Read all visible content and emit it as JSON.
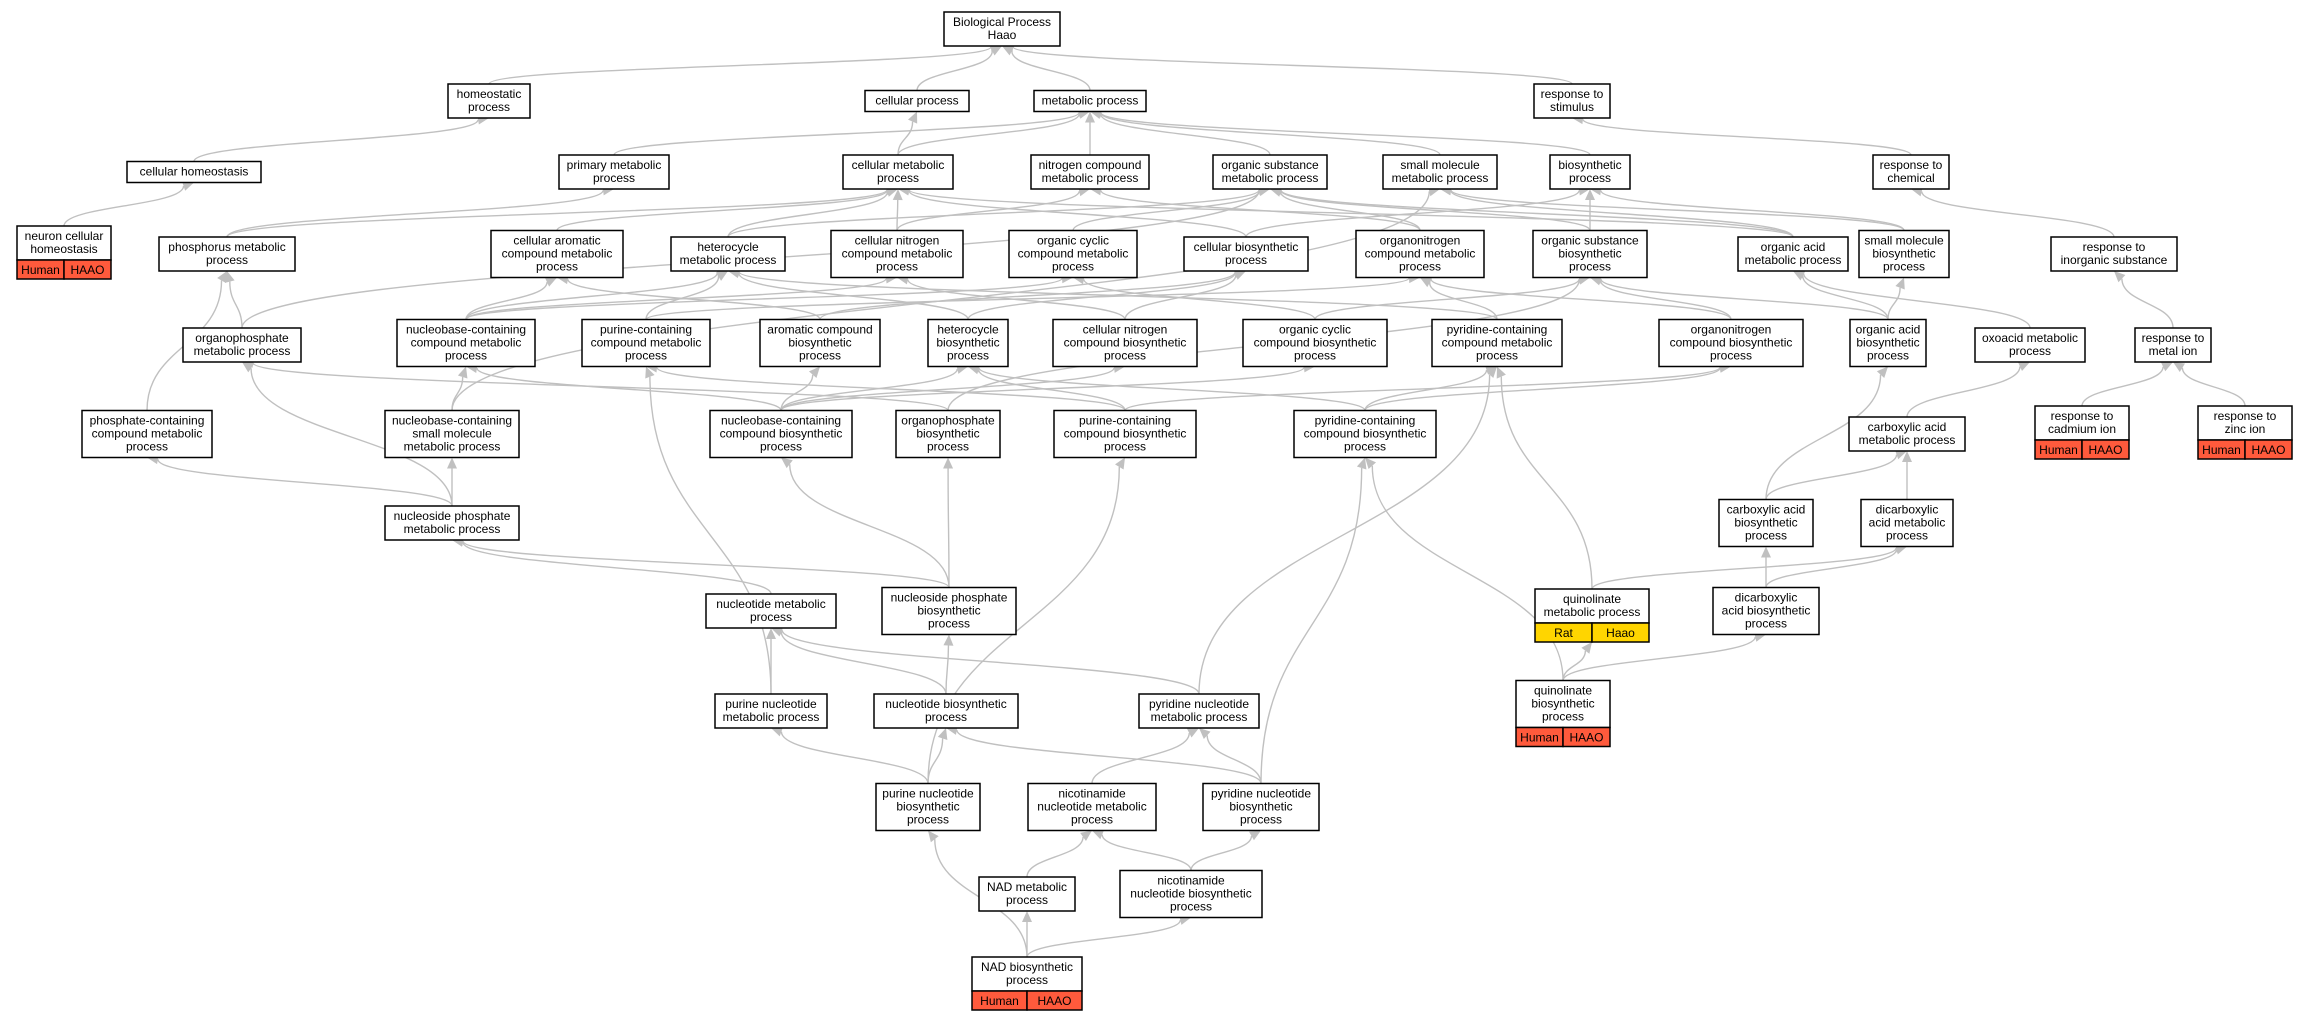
{
  "colors": {
    "annotation_human": "#ff5a3c",
    "annotation_rat": "#ffd500",
    "edge": "#c0c0c0",
    "box_border": "#000000"
  },
  "nodes": [
    {
      "id": "bp",
      "lines": [
        "Biological Process",
        "Haao"
      ]
    },
    {
      "id": "homeostatic",
      "lines": [
        "homeostatic",
        "process"
      ]
    },
    {
      "id": "cellular_process",
      "lines": [
        "cellular process"
      ]
    },
    {
      "id": "metabolic_process",
      "lines": [
        "metabolic process"
      ]
    },
    {
      "id": "response_stimulus",
      "lines": [
        "response to",
        "stimulus"
      ]
    },
    {
      "id": "cellular_homeostasis",
      "lines": [
        "cellular homeostasis"
      ]
    },
    {
      "id": "primary_metabolic",
      "lines": [
        "primary metabolic",
        "process"
      ]
    },
    {
      "id": "cellular_metabolic",
      "lines": [
        "cellular metabolic",
        "process"
      ]
    },
    {
      "id": "nitrogen_compound_metabolic",
      "lines": [
        "nitrogen compound",
        "metabolic process"
      ]
    },
    {
      "id": "organic_substance_metabolic",
      "lines": [
        "organic substance",
        "metabolic process"
      ]
    },
    {
      "id": "small_molecule_metabolic",
      "lines": [
        "small molecule",
        "metabolic process"
      ]
    },
    {
      "id": "biosynthetic",
      "lines": [
        "biosynthetic",
        "process"
      ]
    },
    {
      "id": "response_chemical",
      "lines": [
        "response to",
        "chemical"
      ]
    },
    {
      "id": "neuron_homeostasis",
      "lines": [
        "neuron cellular",
        "homeostasis"
      ],
      "tags": [
        {
          "text": "Human",
          "kind": "human"
        },
        {
          "text": "HAAO",
          "kind": "human"
        }
      ]
    },
    {
      "id": "phosphorus_metabolic",
      "lines": [
        "phosphorus metabolic",
        "process"
      ]
    },
    {
      "id": "cellular_aromatic",
      "lines": [
        "cellular aromatic",
        "compound metabolic",
        "process"
      ]
    },
    {
      "id": "heterocycle_metabolic",
      "lines": [
        "heterocycle",
        "metabolic process"
      ]
    },
    {
      "id": "cellular_nitrogen_metabolic",
      "lines": [
        "cellular nitrogen",
        "compound metabolic",
        "process"
      ]
    },
    {
      "id": "organic_cyclic_metabolic",
      "lines": [
        "organic cyclic",
        "compound metabolic",
        "process"
      ]
    },
    {
      "id": "cellular_biosynthetic",
      "lines": [
        "cellular biosynthetic",
        "process"
      ]
    },
    {
      "id": "organonitrogen_metabolic",
      "lines": [
        "organonitrogen",
        "compound metabolic",
        "process"
      ]
    },
    {
      "id": "organic_substance_biosynthetic",
      "lines": [
        "organic substance",
        "biosynthetic",
        "process"
      ]
    },
    {
      "id": "organic_acid_metabolic",
      "lines": [
        "organic acid",
        "metabolic process"
      ]
    },
    {
      "id": "small_molecule_biosynthetic",
      "lines": [
        "small molecule",
        "biosynthetic",
        "process"
      ]
    },
    {
      "id": "response_inorganic",
      "lines": [
        "response to",
        "inorganic substance"
      ]
    },
    {
      "id": "organophosphate_metabolic",
      "lines": [
        "organophosphate",
        "metabolic process"
      ]
    },
    {
      "id": "nucleobase_compound_metabolic",
      "lines": [
        "nucleobase-containing",
        "compound metabolic",
        "process"
      ]
    },
    {
      "id": "purine_compound_metabolic",
      "lines": [
        "purine-containing",
        "compound metabolic",
        "process"
      ]
    },
    {
      "id": "aromatic_compound_biosynthetic",
      "lines": [
        "aromatic compound",
        "biosynthetic",
        "process"
      ]
    },
    {
      "id": "heterocycle_biosynthetic",
      "lines": [
        "heterocycle",
        "biosynthetic",
        "process"
      ]
    },
    {
      "id": "cellular_nitrogen_biosynthetic",
      "lines": [
        "cellular nitrogen",
        "compound biosynthetic",
        "process"
      ]
    },
    {
      "id": "organic_cyclic_biosynthetic",
      "lines": [
        "organic cyclic",
        "compound biosynthetic",
        "process"
      ]
    },
    {
      "id": "pyridine_compound_metabolic",
      "lines": [
        "pyridine-containing",
        "compound metabolic",
        "process"
      ]
    },
    {
      "id": "organonitrogen_biosynthetic",
      "lines": [
        "organonitrogen",
        "compound biosynthetic",
        "process"
      ]
    },
    {
      "id": "organic_acid_biosynthetic",
      "lines": [
        "organic acid",
        "biosynthetic",
        "process"
      ]
    },
    {
      "id": "oxoacid_metabolic",
      "lines": [
        "oxoacid metabolic",
        "process"
      ]
    },
    {
      "id": "response_metal",
      "lines": [
        "response to",
        "metal ion"
      ]
    },
    {
      "id": "phosphate_compound_metabolic",
      "lines": [
        "phosphate-containing",
        "compound metabolic",
        "process"
      ]
    },
    {
      "id": "nucleobase_small_molecule",
      "lines": [
        "nucleobase-containing",
        "small molecule",
        "metabolic process"
      ]
    },
    {
      "id": "nucleobase_compound_biosynthetic",
      "lines": [
        "nucleobase-containing",
        "compound biosynthetic",
        "process"
      ]
    },
    {
      "id": "organophosphate_biosynthetic",
      "lines": [
        "organophosphate",
        "biosynthetic",
        "process"
      ]
    },
    {
      "id": "purine_compound_biosynthetic",
      "lines": [
        "purine-containing",
        "compound biosynthetic",
        "process"
      ]
    },
    {
      "id": "pyridine_compound_biosynthetic",
      "lines": [
        "pyridine-containing",
        "compound biosynthetic",
        "process"
      ]
    },
    {
      "id": "carboxylic_acid_metabolic",
      "lines": [
        "carboxylic acid",
        "metabolic process"
      ]
    },
    {
      "id": "response_cadmium",
      "lines": [
        "response to",
        "cadmium ion"
      ],
      "tags": [
        {
          "text": "Human",
          "kind": "human"
        },
        {
          "text": "HAAO",
          "kind": "human"
        }
      ]
    },
    {
      "id": "response_zinc",
      "lines": [
        "response to",
        "zinc ion"
      ],
      "tags": [
        {
          "text": "Human",
          "kind": "human"
        },
        {
          "text": "HAAO",
          "kind": "human"
        }
      ]
    },
    {
      "id": "nucleoside_phosphate_metabolic",
      "lines": [
        "nucleoside phosphate",
        "metabolic process"
      ]
    },
    {
      "id": "carboxylic_acid_biosynthetic",
      "lines": [
        "carboxylic acid",
        "biosynthetic",
        "process"
      ]
    },
    {
      "id": "dicarboxylic_acid_metabolic",
      "lines": [
        "dicarboxylic",
        "acid metabolic",
        "process"
      ]
    },
    {
      "id": "nucleotide_metabolic",
      "lines": [
        "nucleotide metabolic",
        "process"
      ]
    },
    {
      "id": "nucleoside_phosphate_biosynthetic",
      "lines": [
        "nucleoside phosphate",
        "biosynthetic",
        "process"
      ]
    },
    {
      "id": "quinolinate_metabolic",
      "lines": [
        "quinolinate",
        "metabolic process"
      ],
      "tags": [
        {
          "text": "Rat",
          "kind": "rat"
        },
        {
          "text": "Haao",
          "kind": "rat"
        }
      ]
    },
    {
      "id": "dicarboxylic_acid_biosynthetic",
      "lines": [
        "dicarboxylic",
        "acid biosynthetic",
        "process"
      ]
    },
    {
      "id": "purine_nucleotide_metabolic",
      "lines": [
        "purine nucleotide",
        "metabolic process"
      ]
    },
    {
      "id": "nucleotide_biosynthetic",
      "lines": [
        "nucleotide biosynthetic",
        "process"
      ]
    },
    {
      "id": "pyridine_nucleotide_metabolic",
      "lines": [
        "pyridine nucleotide",
        "metabolic process"
      ]
    },
    {
      "id": "quinolinate_biosynthetic",
      "lines": [
        "quinolinate",
        "biosynthetic",
        "process"
      ],
      "tags": [
        {
          "text": "Human",
          "kind": "human"
        },
        {
          "text": "HAAO",
          "kind": "human"
        }
      ]
    },
    {
      "id": "purine_nucleotide_biosynthetic",
      "lines": [
        "purine nucleotide",
        "biosynthetic",
        "process"
      ]
    },
    {
      "id": "nicotinamide_metabolic",
      "lines": [
        "nicotinamide",
        "nucleotide metabolic",
        "process"
      ]
    },
    {
      "id": "pyridine_nucleotide_biosynthetic",
      "lines": [
        "pyridine nucleotide",
        "biosynthetic",
        "process"
      ]
    },
    {
      "id": "nad_metabolic",
      "lines": [
        "NAD metabolic",
        "process"
      ]
    },
    {
      "id": "nicotinamide_biosynthetic",
      "lines": [
        "nicotinamide",
        "nucleotide biosynthetic",
        "process"
      ]
    },
    {
      "id": "nad_biosynthetic",
      "lines": [
        "NAD biosynthetic",
        "process"
      ],
      "tags": [
        {
          "text": "Human",
          "kind": "human"
        },
        {
          "text": "HAAO",
          "kind": "human"
        }
      ]
    }
  ],
  "edges": [
    [
      "homeostatic",
      "bp"
    ],
    [
      "cellular_process",
      "bp"
    ],
    [
      "metabolic_process",
      "bp"
    ],
    [
      "response_stimulus",
      "bp"
    ],
    [
      "cellular_homeostasis",
      "homeostatic"
    ],
    [
      "neuron_homeostasis",
      "cellular_homeostasis"
    ],
    [
      "primary_metabolic",
      "metabolic_process"
    ],
    [
      "cellular_metabolic",
      "cellular_process"
    ],
    [
      "cellular_metabolic",
      "metabolic_process"
    ],
    [
      "nitrogen_compound_metabolic",
      "metabolic_process"
    ],
    [
      "organic_substance_metabolic",
      "metabolic_process"
    ],
    [
      "small_molecule_metabolic",
      "metabolic_process"
    ],
    [
      "biosynthetic",
      "metabolic_process"
    ],
    [
      "response_chemical",
      "response_stimulus"
    ],
    [
      "response_inorganic",
      "response_chemical"
    ],
    [
      "response_metal",
      "response_inorganic"
    ],
    [
      "response_cadmium",
      "response_metal"
    ],
    [
      "response_zinc",
      "response_metal"
    ],
    [
      "phosphorus_metabolic",
      "primary_metabolic"
    ],
    [
      "phosphorus_metabolic",
      "cellular_metabolic"
    ],
    [
      "cellular_aromatic",
      "cellular_metabolic"
    ],
    [
      "heterocycle_metabolic",
      "organic_substance_metabolic"
    ],
    [
      "heterocycle_metabolic",
      "cellular_metabolic"
    ],
    [
      "cellular_nitrogen_metabolic",
      "cellular_metabolic"
    ],
    [
      "cellular_nitrogen_metabolic",
      "nitrogen_compound_metabolic"
    ],
    [
      "organic_cyclic_metabolic",
      "organic_substance_metabolic"
    ],
    [
      "cellular_biosynthetic",
      "cellular_metabolic"
    ],
    [
      "cellular_biosynthetic",
      "biosynthetic"
    ],
    [
      "organonitrogen_metabolic",
      "nitrogen_compound_metabolic"
    ],
    [
      "organonitrogen_metabolic",
      "organic_substance_metabolic"
    ],
    [
      "organic_substance_biosynthetic",
      "organic_substance_metabolic"
    ],
    [
      "organic_substance_biosynthetic",
      "biosynthetic"
    ],
    [
      "organic_acid_metabolic",
      "small_molecule_metabolic"
    ],
    [
      "organic_acid_metabolic",
      "cellular_metabolic"
    ],
    [
      "organic_acid_metabolic",
      "organic_substance_metabolic"
    ],
    [
      "small_molecule_biosynthetic",
      "small_molecule_metabolic"
    ],
    [
      "small_molecule_biosynthetic",
      "biosynthetic"
    ],
    [
      "organophosphate_metabolic",
      "phosphorus_metabolic"
    ],
    [
      "organophosphate_metabolic",
      "organic_substance_metabolic"
    ],
    [
      "nucleobase_compound_metabolic",
      "cellular_aromatic"
    ],
    [
      "nucleobase_compound_metabolic",
      "heterocycle_metabolic"
    ],
    [
      "nucleobase_compound_metabolic",
      "cellular_nitrogen_metabolic"
    ],
    [
      "nucleobase_compound_metabolic",
      "organic_cyclic_metabolic"
    ],
    [
      "purine_compound_metabolic",
      "heterocycle_metabolic"
    ],
    [
      "purine_compound_metabolic",
      "organonitrogen_metabolic"
    ],
    [
      "aromatic_compound_biosynthetic",
      "cellular_aromatic"
    ],
    [
      "aromatic_compound_biosynthetic",
      "cellular_biosynthetic"
    ],
    [
      "heterocycle_biosynthetic",
      "heterocycle_metabolic"
    ],
    [
      "heterocycle_biosynthetic",
      "cellular_biosynthetic"
    ],
    [
      "cellular_nitrogen_biosynthetic",
      "cellular_nitrogen_metabolic"
    ],
    [
      "cellular_nitrogen_biosynthetic",
      "cellular_biosynthetic"
    ],
    [
      "organic_cyclic_biosynthetic",
      "organic_cyclic_metabolic"
    ],
    [
      "organic_cyclic_biosynthetic",
      "organic_substance_biosynthetic"
    ],
    [
      "pyridine_compound_metabolic",
      "heterocycle_metabolic"
    ],
    [
      "pyridine_compound_metabolic",
      "organonitrogen_metabolic"
    ],
    [
      "organonitrogen_biosynthetic",
      "organonitrogen_metabolic"
    ],
    [
      "organonitrogen_biosynthetic",
      "organic_substance_biosynthetic"
    ],
    [
      "organic_acid_biosynthetic",
      "organic_acid_metabolic"
    ],
    [
      "organic_acid_biosynthetic",
      "small_molecule_biosynthetic"
    ],
    [
      "organic_acid_biosynthetic",
      "organic_substance_biosynthetic"
    ],
    [
      "oxoacid_metabolic",
      "organic_acid_metabolic"
    ],
    [
      "phosphate_compound_metabolic",
      "phosphorus_metabolic"
    ],
    [
      "nucleobase_small_molecule",
      "nucleobase_compound_metabolic"
    ],
    [
      "nucleobase_small_molecule",
      "small_molecule_metabolic"
    ],
    [
      "nucleobase_compound_biosynthetic",
      "nucleobase_compound_metabolic"
    ],
    [
      "nucleobase_compound_biosynthetic",
      "aromatic_compound_biosynthetic"
    ],
    [
      "nucleobase_compound_biosynthetic",
      "heterocycle_biosynthetic"
    ],
    [
      "nucleobase_compound_biosynthetic",
      "cellular_nitrogen_biosynthetic"
    ],
    [
      "nucleobase_compound_biosynthetic",
      "organic_cyclic_biosynthetic"
    ],
    [
      "organophosphate_biosynthetic",
      "organophosphate_metabolic"
    ],
    [
      "organophosphate_biosynthetic",
      "organic_substance_biosynthetic"
    ],
    [
      "purine_compound_biosynthetic",
      "purine_compound_metabolic"
    ],
    [
      "purine_compound_biosynthetic",
      "heterocycle_biosynthetic"
    ],
    [
      "purine_compound_biosynthetic",
      "organonitrogen_biosynthetic"
    ],
    [
      "pyridine_compound_biosynthetic",
      "pyridine_compound_metabolic"
    ],
    [
      "pyridine_compound_biosynthetic",
      "heterocycle_biosynthetic"
    ],
    [
      "pyridine_compound_biosynthetic",
      "organonitrogen_biosynthetic"
    ],
    [
      "carboxylic_acid_metabolic",
      "oxoacid_metabolic"
    ],
    [
      "nucleoside_phosphate_metabolic",
      "phosphate_compound_metabolic"
    ],
    [
      "nucleoside_phosphate_metabolic",
      "nucleobase_small_molecule"
    ],
    [
      "nucleoside_phosphate_metabolic",
      "organophosphate_metabolic"
    ],
    [
      "carboxylic_acid_biosynthetic",
      "carboxylic_acid_metabolic"
    ],
    [
      "carboxylic_acid_biosynthetic",
      "organic_acid_biosynthetic"
    ],
    [
      "dicarboxylic_acid_metabolic",
      "carboxylic_acid_metabolic"
    ],
    [
      "nucleotide_metabolic",
      "nucleoside_phosphate_metabolic"
    ],
    [
      "nucleoside_phosphate_biosynthetic",
      "nucleoside_phosphate_metabolic"
    ],
    [
      "nucleoside_phosphate_biosynthetic",
      "nucleobase_compound_biosynthetic"
    ],
    [
      "nucleoside_phosphate_biosynthetic",
      "organophosphate_biosynthetic"
    ],
    [
      "quinolinate_metabolic",
      "dicarboxylic_acid_metabolic"
    ],
    [
      "quinolinate_metabolic",
      "pyridine_compound_metabolic"
    ],
    [
      "dicarboxylic_acid_biosynthetic",
      "dicarboxylic_acid_metabolic"
    ],
    [
      "dicarboxylic_acid_biosynthetic",
      "carboxylic_acid_biosynthetic"
    ],
    [
      "purine_nucleotide_metabolic",
      "nucleotide_metabolic"
    ],
    [
      "purine_nucleotide_metabolic",
      "purine_compound_metabolic"
    ],
    [
      "nucleotide_biosynthetic",
      "nucleotide_metabolic"
    ],
    [
      "nucleotide_biosynthetic",
      "nucleoside_phosphate_biosynthetic"
    ],
    [
      "pyridine_nucleotide_metabolic",
      "nucleotide_metabolic"
    ],
    [
      "pyridine_nucleotide_metabolic",
      "pyridine_compound_metabolic"
    ],
    [
      "quinolinate_biosynthetic",
      "quinolinate_metabolic"
    ],
    [
      "quinolinate_biosynthetic",
      "dicarboxylic_acid_biosynthetic"
    ],
    [
      "quinolinate_biosynthetic",
      "pyridine_compound_biosynthetic"
    ],
    [
      "purine_nucleotide_biosynthetic",
      "purine_nucleotide_metabolic"
    ],
    [
      "purine_nucleotide_biosynthetic",
      "nucleotide_biosynthetic"
    ],
    [
      "purine_nucleotide_biosynthetic",
      "purine_compound_biosynthetic"
    ],
    [
      "nicotinamide_metabolic",
      "pyridine_nucleotide_metabolic"
    ],
    [
      "pyridine_nucleotide_biosynthetic",
      "pyridine_nucleotide_metabolic"
    ],
    [
      "pyridine_nucleotide_biosynthetic",
      "nucleotide_biosynthetic"
    ],
    [
      "pyridine_nucleotide_biosynthetic",
      "pyridine_compound_biosynthetic"
    ],
    [
      "nad_metabolic",
      "nicotinamide_metabolic"
    ],
    [
      "nicotinamide_biosynthetic",
      "nicotinamide_metabolic"
    ],
    [
      "nicotinamide_biosynthetic",
      "pyridine_nucleotide_biosynthetic"
    ],
    [
      "nad_biosynthetic",
      "nad_metabolic"
    ],
    [
      "nad_biosynthetic",
      "nicotinamide_biosynthetic"
    ],
    [
      "nad_biosynthetic",
      "purine_nucleotide_biosynthetic"
    ]
  ]
}
